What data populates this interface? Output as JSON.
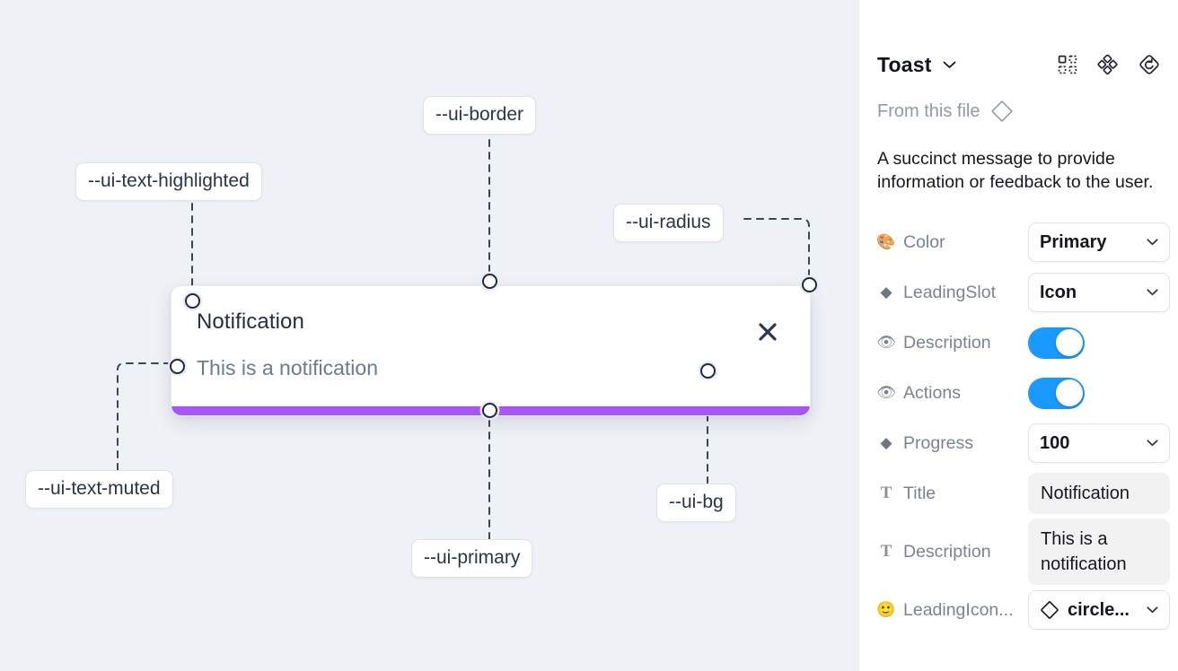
{
  "canvas": {
    "toast": {
      "title": "Notification",
      "description": "This is a notification",
      "close_icon": "close-icon",
      "progress_color": "#a855f7",
      "background": "#ffffff"
    },
    "background": "#eef1f6",
    "tokens": [
      {
        "id": "ui-text-highlighted",
        "label": "--ui-text-highlighted"
      },
      {
        "id": "ui-border",
        "label": "--ui-border"
      },
      {
        "id": "ui-radius",
        "label": "--ui-radius"
      },
      {
        "id": "ui-text-muted",
        "label": "--ui-text-muted"
      },
      {
        "id": "ui-primary",
        "label": "--ui-primary"
      },
      {
        "id": "ui-bg",
        "label": "--ui-bg"
      }
    ]
  },
  "panel": {
    "title": "Toast",
    "title_chevron_icon": "chevron-down-icon",
    "header_icons": [
      {
        "name": "component-grid-icon"
      },
      {
        "name": "variants-diamond-icon"
      },
      {
        "name": "reset-instance-icon"
      }
    ],
    "from_file": {
      "label": "From this file",
      "icon": "diamond-icon"
    },
    "description": "A succinct message to provide information or feedback to the user.",
    "properties": [
      {
        "name": "color",
        "icon": "palette-icon",
        "icon_glyph": "🎨",
        "icon_kind": "emoji",
        "label": "Color",
        "control": "select",
        "value": "Primary",
        "chevron_icon": "chevron-down-icon"
      },
      {
        "name": "leading-slot",
        "icon": "diamond-icon",
        "icon_glyph": "◆",
        "icon_kind": "glyph",
        "label": "LeadingSlot",
        "control": "select",
        "value": "Icon",
        "chevron_icon": "chevron-down-icon"
      },
      {
        "name": "description-toggle",
        "icon": "eye-icon",
        "icon_glyph": "👁",
        "icon_kind": "emoji",
        "label": "Description",
        "control": "toggle",
        "value": "on",
        "accent": "#1a9afe"
      },
      {
        "name": "actions-toggle",
        "icon": "eye-icon",
        "icon_glyph": "👁",
        "icon_kind": "emoji",
        "label": "Actions",
        "control": "toggle",
        "value": "on",
        "accent": "#1a9afe"
      },
      {
        "name": "progress",
        "icon": "diamond-icon",
        "icon_glyph": "◆",
        "icon_kind": "glyph",
        "label": "Progress",
        "control": "select",
        "value": "100",
        "chevron_icon": "chevron-down-icon"
      },
      {
        "name": "title",
        "icon": "text-icon",
        "icon_glyph": "T",
        "icon_kind": "letter",
        "label": "Title",
        "control": "text",
        "value": "Notification"
      },
      {
        "name": "description-text",
        "icon": "text-icon",
        "icon_glyph": "T",
        "icon_kind": "letter",
        "label": "Description",
        "control": "textarea",
        "value": "This is a notification"
      },
      {
        "name": "leading-icon",
        "icon": "smiley-icon",
        "icon_glyph": "🙂",
        "icon_kind": "emoji",
        "label": "LeadingIcon...",
        "control": "select-instance",
        "value": "circle...",
        "instance_icon": "diamond-icon",
        "chevron_icon": "chevron-down-icon"
      }
    ]
  }
}
